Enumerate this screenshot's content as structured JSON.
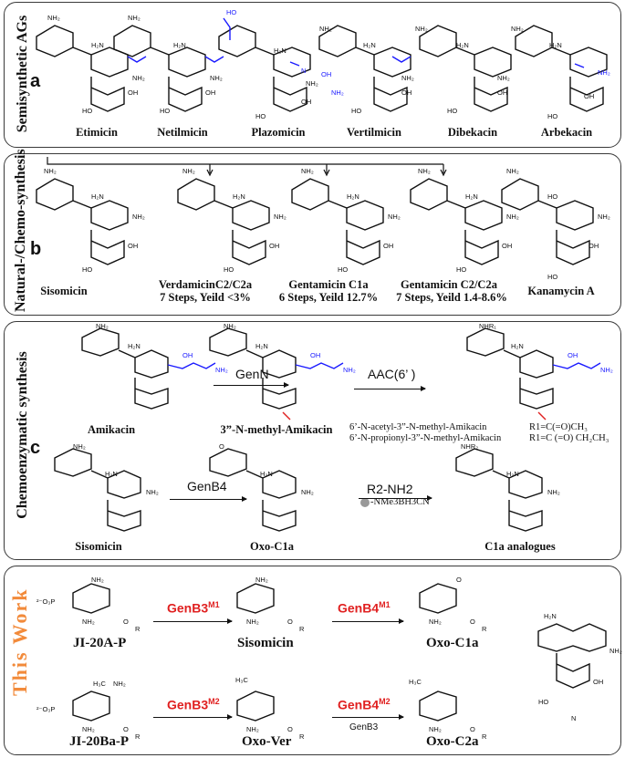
{
  "panels": {
    "a": {
      "letter": "a",
      "side_label": "Semisynthetic AGs",
      "compounds": [
        "Etimicin",
        "Netilmicin",
        "Plazomicin",
        "Vertilmicin",
        "Dibekacin",
        "Arbekacin"
      ]
    },
    "b": {
      "letter": "b",
      "side_label": "Natural-/Chemo-synthesis",
      "compounds": [
        "Sisomicin",
        "VerdamicinC2/C2a",
        "Gentamicin C1a",
        "Gentamicin C2/C2a",
        "Kanamycin A"
      ],
      "yields": [
        "7 Steps, Yeild <3%",
        "6 Steps, Yeild 12.7%",
        "7 Steps, Yeild 1.4-8.6%"
      ]
    },
    "c": {
      "letter": "c",
      "side_label": "Chemoenzymatic synthesis",
      "row1": [
        "Amikacin",
        "3”-N-methyl-Amikacin"
      ],
      "enzyme1": "GenN",
      "enzyme2": "AAC(6’ )",
      "products": [
        "6’-N-acetyl-3”-N-methyl-Amikacin",
        "6’-N-propionyl-3”-N-methyl-Amikacin"
      ],
      "r1": [
        "R1=C(=O)CH₃",
        "R1=C (=O) CH₂CH₃"
      ],
      "row2": [
        "Sisomicin",
        "Oxo-C1a",
        "C1a analogues"
      ],
      "enzyme3": "GenB4",
      "reagent": "R2-NH2",
      "reductant": "-NMe3BH3CN"
    },
    "d": {
      "side_label": "This Work",
      "row1": [
        "JI-20A-P",
        "Sisomicin",
        "Oxo-C1a"
      ],
      "row2": [
        "JI-20Ba-P",
        "Oxo-Ver",
        "Oxo-C2a"
      ],
      "enz": [
        {
          "base": "GenB3",
          "sup": "M1"
        },
        {
          "base": "GenB4",
          "sup": "M1"
        },
        {
          "base": "GenB3",
          "sup": "M2"
        },
        {
          "base": "GenB4",
          "sup": "M2"
        }
      ],
      "extra_enzyme": "GenB3"
    }
  },
  "colors": {
    "accent_blue": "#1a1aff",
    "red": "#e02020",
    "orange": "#f28a3a",
    "border": "#3a3a3a"
  }
}
